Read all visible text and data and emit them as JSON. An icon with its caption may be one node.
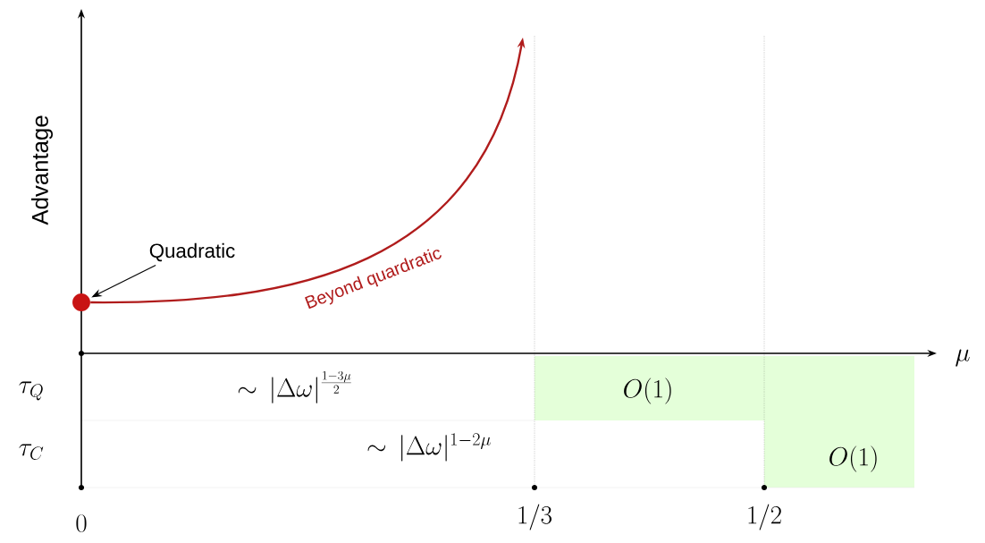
{
  "diagram": {
    "nodes": [
      {
        "text": [
          "Quadratic"
        ]
      },
      {
        "text": [],
        "shape": "circle"
      }
    ],
    "edges": [
      {
        "from": 0,
        "to": 1,
        "arrow": "to"
      },
      {
        "from": 1,
        "to": null,
        "arrow": "to",
        "label": "Beyond quardratic",
        "color": "#b01c1c"
      }
    ],
    "labels": [
      "Advantage",
      "\\mu",
      "\\tau_Q",
      "\\sim\\,|\\Delta\\omega|^{\\frac{1-3\\mu}{2}}",
      "O(1)",
      "\\tau_C",
      "\\sim\\,|\\Delta\\omega|^{1-2\\mu}",
      "O(1)",
      "0",
      "1/3",
      "1/2"
    ]
  }
}
